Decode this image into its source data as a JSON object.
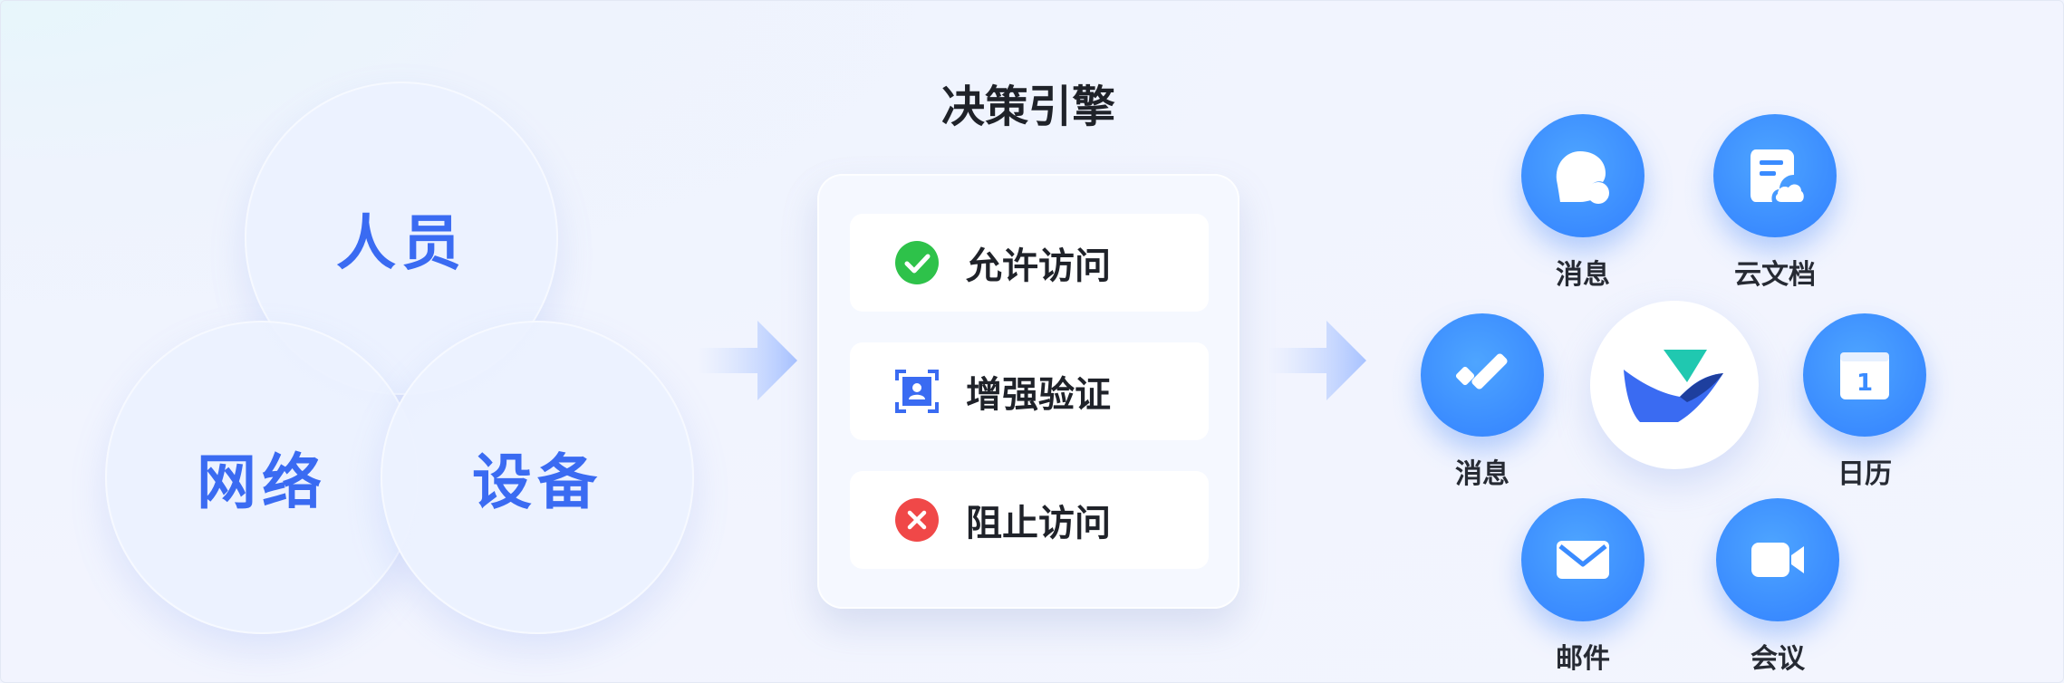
{
  "rings": {
    "people": "人员",
    "network": "网络",
    "device": "设备"
  },
  "engine": {
    "title": "决策引擎",
    "options": [
      {
        "label": "允许访问",
        "icon": "check-circle-icon",
        "color": "#2ec24a"
      },
      {
        "label": "增强验证",
        "icon": "face-scan-icon",
        "color": "#3a6bf2"
      },
      {
        "label": "阻止访问",
        "icon": "x-circle-icon",
        "color": "#f04848"
      }
    ]
  },
  "apps": [
    {
      "label": "消息",
      "icon": "chat-bubble-icon"
    },
    {
      "label": "云文档",
      "icon": "cloud-doc-icon"
    },
    {
      "label": "消息",
      "icon": "check-task-icon"
    },
    {
      "label": "日历",
      "icon": "calendar-icon"
    },
    {
      "label": "邮件",
      "icon": "mail-icon"
    },
    {
      "label": "会议",
      "icon": "video-camera-icon"
    }
  ],
  "calendar_day": "1",
  "colors": {
    "primary": "#3a6bf2",
    "app_blue": "#3a8bff",
    "allow": "#2ec24a",
    "block": "#f04848"
  }
}
